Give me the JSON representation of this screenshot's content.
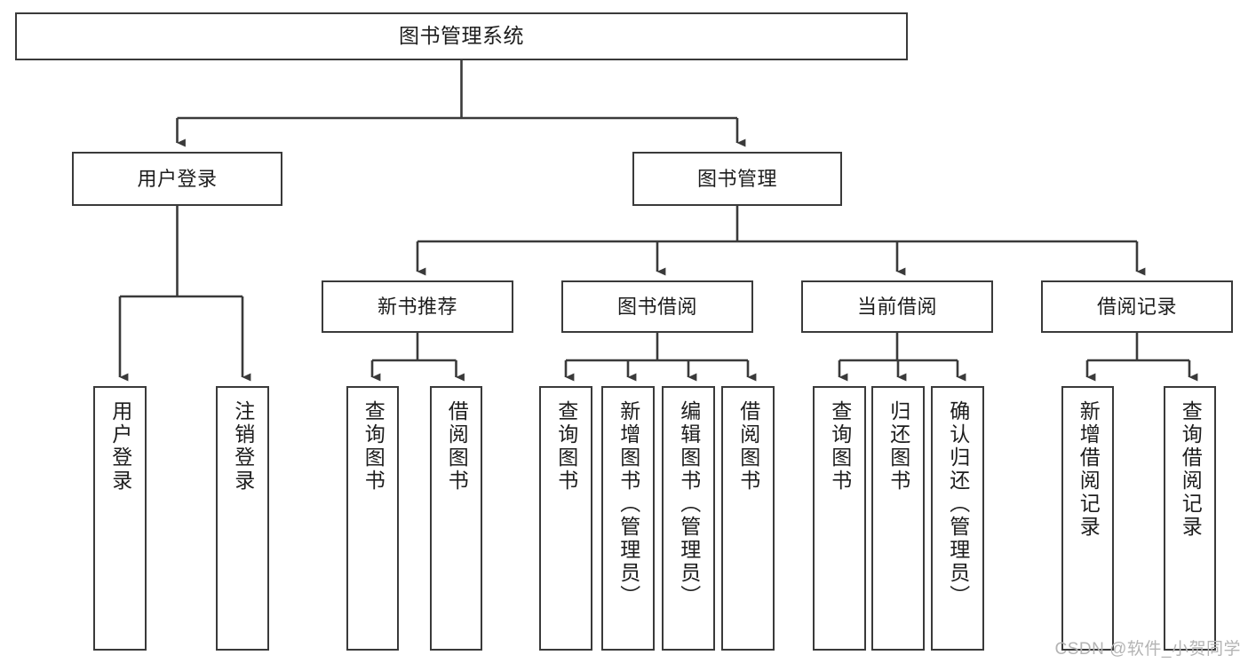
{
  "diagram": {
    "title": "图书管理系统",
    "type": "tree-hierarchy-chart",
    "watermark": "CSDN @软件_小贺同学",
    "colors": {
      "background": "#ffffff",
      "box_border": "#3a3a3a",
      "connector": "#3a3a3a",
      "text": "#1d1d1d",
      "watermark": "#b4b4b4"
    },
    "levels": {
      "root": {
        "label": "图书管理系统"
      },
      "level2": [
        {
          "label": "用户登录"
        },
        {
          "label": "图书管理"
        }
      ],
      "level3": [
        {
          "label": "新书推荐"
        },
        {
          "label": "图书借阅"
        },
        {
          "label": "当前借阅"
        },
        {
          "label": "借阅记录"
        }
      ],
      "leaves": {
        "user_login": [
          {
            "label": "用户登录"
          },
          {
            "label": "注销登录"
          }
        ],
        "new_book_recommend": [
          {
            "label": "查询图书"
          },
          {
            "label": "借阅图书"
          }
        ],
        "book_borrow": [
          {
            "label": "查询图书"
          },
          {
            "label": "新增图书（管理员）"
          },
          {
            "label": "编辑图书（管理员）"
          },
          {
            "label": "借阅图书"
          }
        ],
        "current_borrow": [
          {
            "label": "查询图书"
          },
          {
            "label": "归还图书"
          },
          {
            "label": "确认归还（管理员）"
          }
        ],
        "borrow_record": [
          {
            "label": "新增借阅记录"
          },
          {
            "label": "查询借阅记录"
          }
        ]
      }
    }
  }
}
